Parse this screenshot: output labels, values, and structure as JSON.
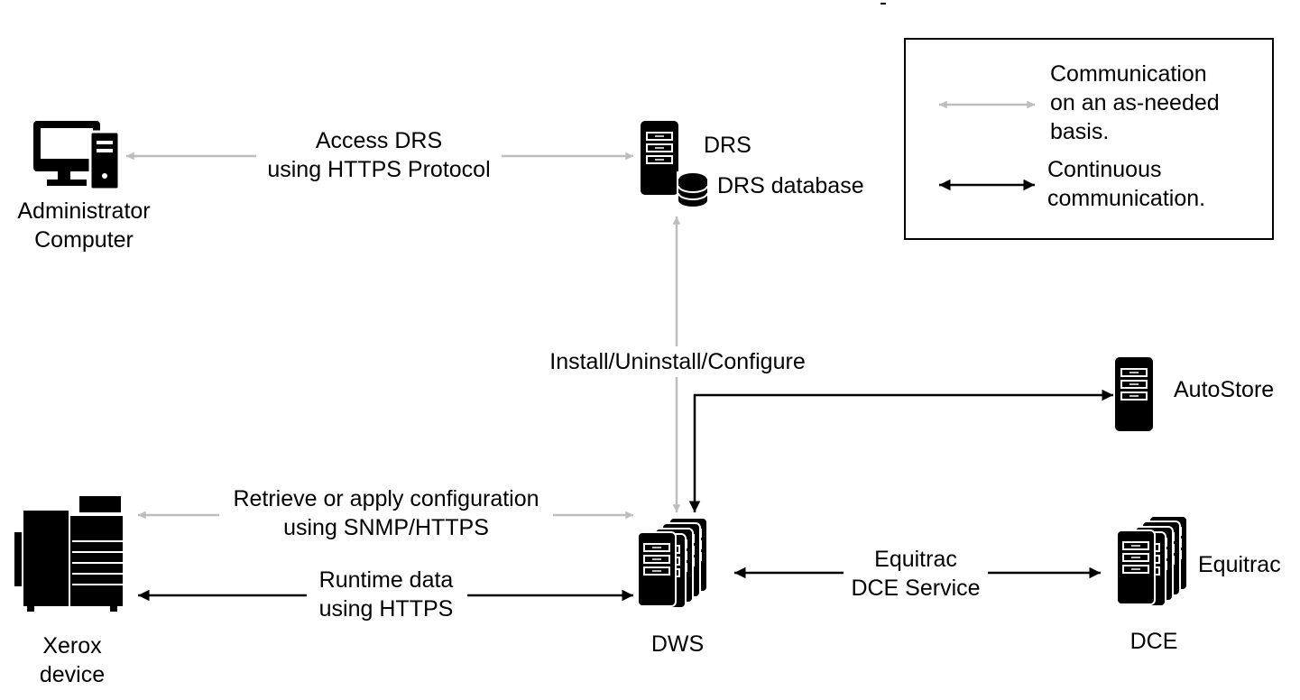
{
  "nodes": {
    "admin": {
      "label_lines": [
        "Administrator",
        "Computer"
      ],
      "icon": "desktop-computer-icon"
    },
    "drs": {
      "label": "DRS",
      "icon": "server-icon"
    },
    "drs_db": {
      "label": "DRS database",
      "icon": "database-icon"
    },
    "autostore": {
      "label": "AutoStore",
      "icon": "server-icon"
    },
    "xerox": {
      "label_lines": [
        "Xerox",
        "device"
      ],
      "icon": "multifunction-printer-icon"
    },
    "dws": {
      "label": "DWS",
      "icon": "server-cluster-icon"
    },
    "dce": {
      "label": "DCE",
      "icon": "server-cluster-icon"
    },
    "equitrac": {
      "label": "Equitrac"
    }
  },
  "edges": {
    "admin_drs": {
      "label_lines": [
        "Access DRS",
        "using HTTPS Protocol"
      ],
      "style": "as-needed"
    },
    "drs_dws": {
      "label": "Install/Uninstall/Configure",
      "style": "as-needed"
    },
    "xerox_dws_config": {
      "label_lines": [
        "Retrieve or apply configuration",
        "using SNMP/HTTPS"
      ],
      "style": "as-needed"
    },
    "xerox_dws_runtime": {
      "label_lines": [
        "Runtime data",
        "using HTTPS"
      ],
      "style": "continuous"
    },
    "dws_dce": {
      "label_lines": [
        "Equitrac",
        "DCE Service"
      ],
      "style": "continuous"
    },
    "dws_autostore": {
      "style": "continuous"
    }
  },
  "legend": {
    "as_needed": {
      "lines": [
        "Communication",
        "on an as-needed",
        "basis."
      ]
    },
    "continuous": {
      "lines": [
        "Continuous",
        "communication."
      ]
    }
  },
  "colors": {
    "as_needed_arrow": "#bdbdbd",
    "continuous_arrow": "#000000",
    "icon_fill": "#000000"
  }
}
